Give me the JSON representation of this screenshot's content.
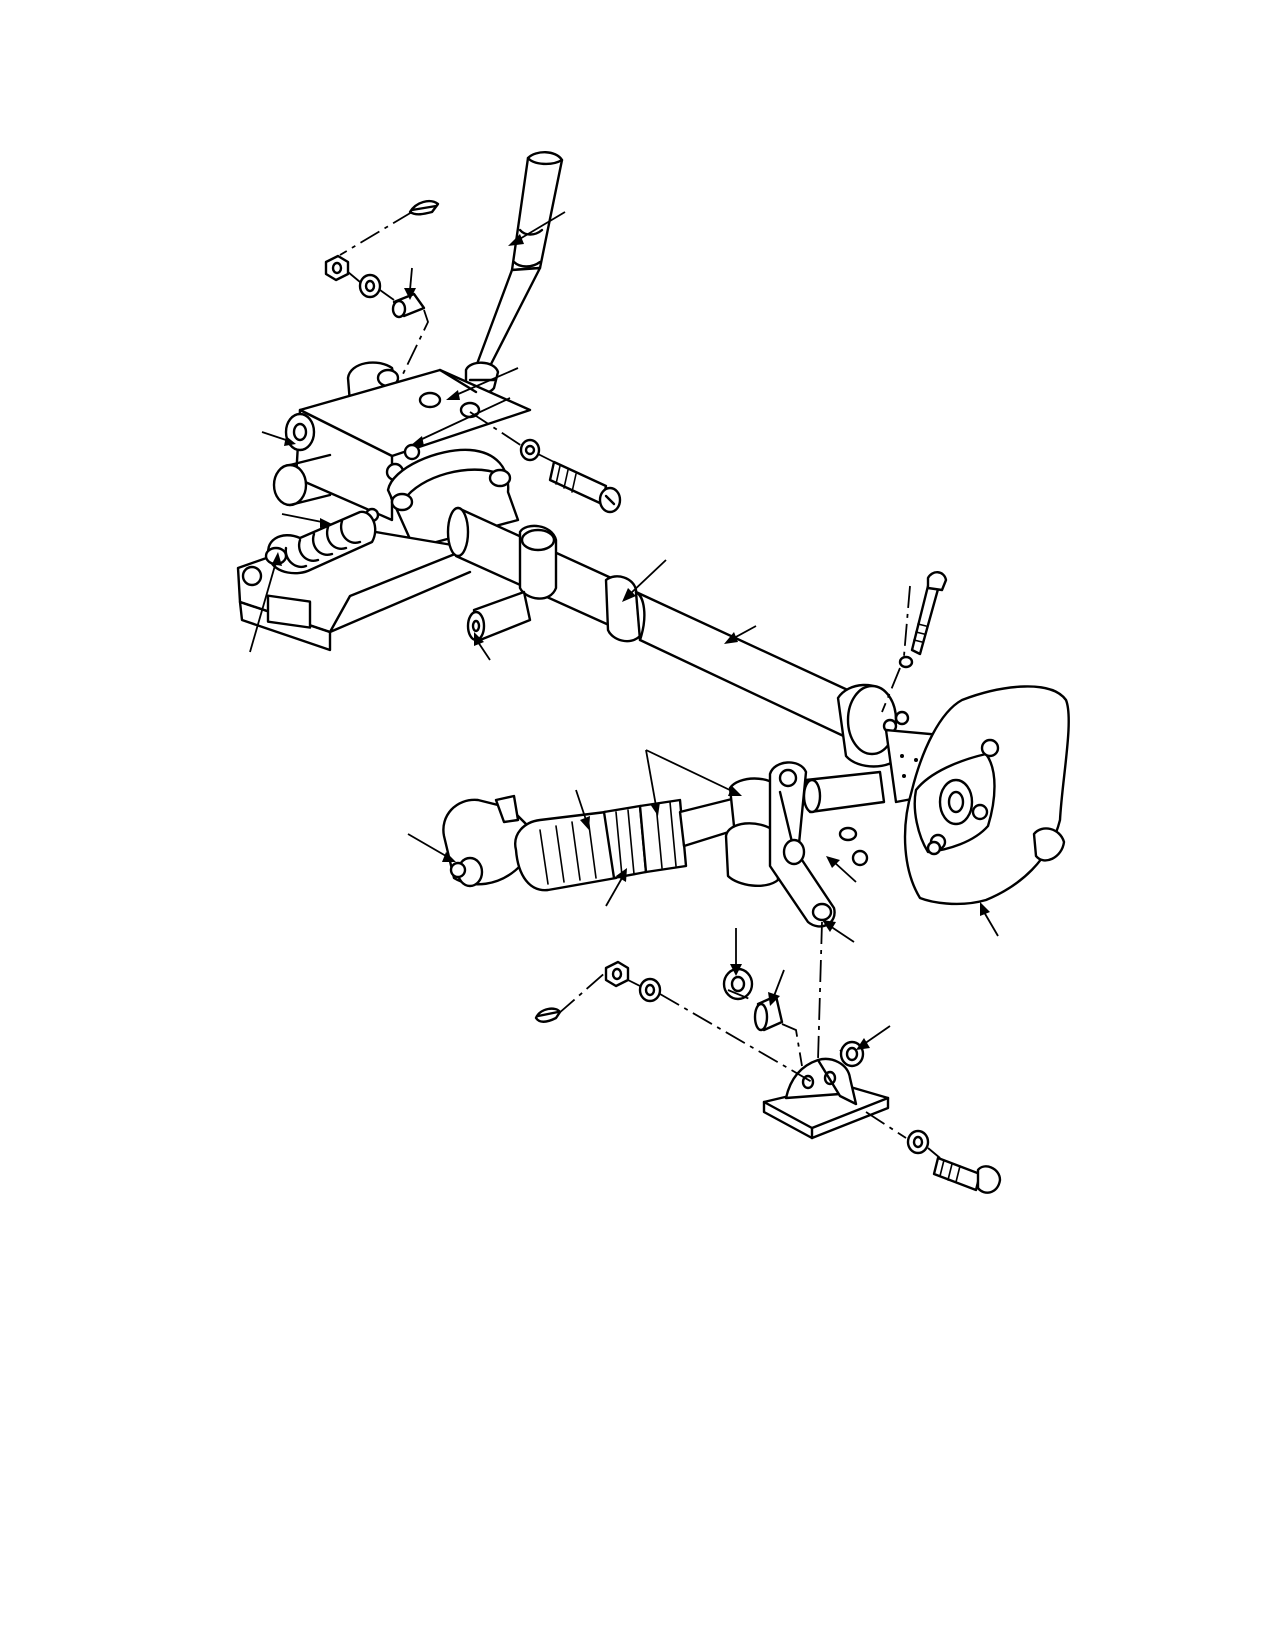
{
  "figure": {
    "colors": {
      "line": "#000000",
      "background": "#ffffff"
    },
    "parts": [
      {
        "key": "shift-lever",
        "icon": "shift-lever-icon"
      },
      {
        "key": "shift-housing",
        "icon": "housing-icon"
      },
      {
        "key": "boot-spring",
        "icon": "spring-icon"
      },
      {
        "key": "cross-shaft",
        "icon": "shaft-icon"
      },
      {
        "key": "flange-plate",
        "icon": "flange-icon"
      },
      {
        "key": "shift-rod",
        "icon": "rod-icon"
      },
      {
        "key": "bellcrank",
        "icon": "bellcrank-icon"
      },
      {
        "key": "mounting-bracket",
        "icon": "bracket-icon"
      },
      {
        "key": "cotter-pin",
        "icon": "cotter-pin-icon"
      },
      {
        "key": "nut",
        "icon": "nut-icon"
      },
      {
        "key": "washer",
        "icon": "washer-icon"
      },
      {
        "key": "bushing",
        "icon": "bushing-icon"
      },
      {
        "key": "bolt",
        "icon": "bolt-icon"
      }
    ]
  }
}
